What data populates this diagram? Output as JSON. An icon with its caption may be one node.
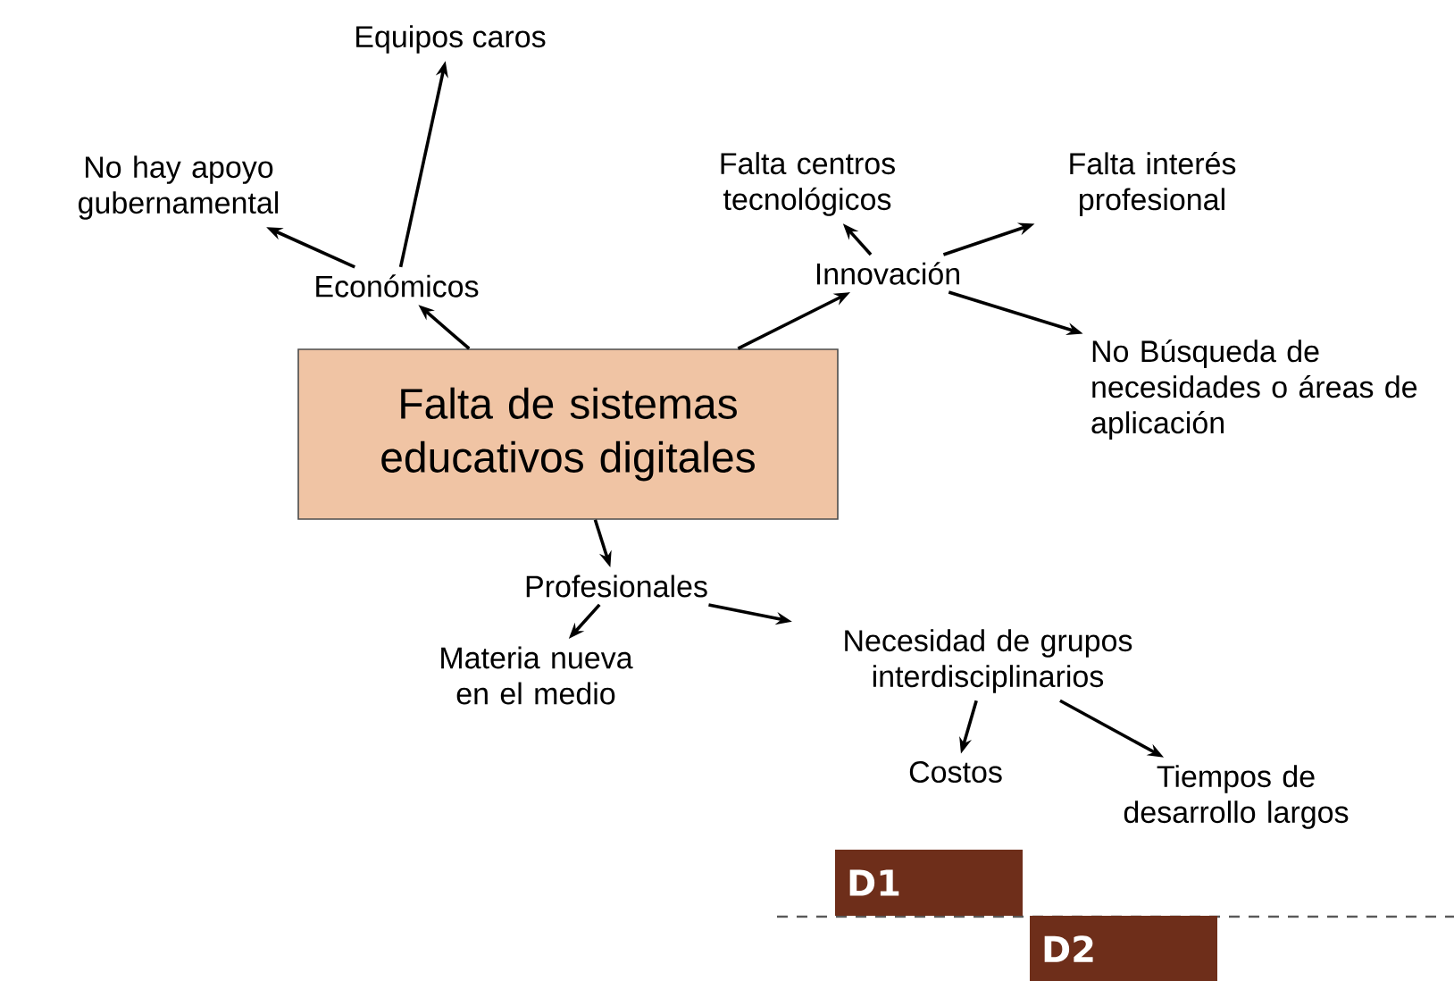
{
  "diagram": {
    "nodes": [
      {
        "text": [
          "Falta de sistemas educativos digitales"
        ]
      },
      {
        "text": [
          "Económicos"
        ]
      },
      {
        "text": [
          "No hay apoyo gubernamental"
        ]
      },
      {
        "text": [
          "Equipos caros"
        ]
      },
      {
        "text": [
          "Innovación"
        ]
      },
      {
        "text": [
          "Falta centros tecnológicos"
        ]
      },
      {
        "text": [
          "Falta interés profesional"
        ]
      },
      {
        "text": [
          "No Búsqueda de necesidades o áreas de aplicación"
        ]
      },
      {
        "text": [
          "Profesionales"
        ]
      },
      {
        "text": [
          "Materia nueva en el medio"
        ]
      },
      {
        "text": [
          "Necesidad de grupos interdisciplinarios"
        ]
      },
      {
        "text": [
          "Costos"
        ]
      },
      {
        "text": [
          "Tiempos de desarrollo largos"
        ]
      },
      {
        "text": [
          "D1"
        ]
      },
      {
        "text": [
          "D2"
        ]
      }
    ],
    "edges": [
      {
        "from": 0,
        "to": 1,
        "arrow": "to"
      },
      {
        "from": 1,
        "to": 2,
        "arrow": "to"
      },
      {
        "from": 1,
        "to": 3,
        "arrow": "to"
      },
      {
        "from": 0,
        "to": 4,
        "arrow": "to"
      },
      {
        "from": 4,
        "to": 5,
        "arrow": "to"
      },
      {
        "from": 4,
        "to": 6,
        "arrow": "to"
      },
      {
        "from": 4,
        "to": 7,
        "arrow": "to"
      },
      {
        "from": 0,
        "to": 8,
        "arrow": "to"
      },
      {
        "from": 8,
        "to": 9,
        "arrow": "to"
      },
      {
        "from": 8,
        "to": 10,
        "arrow": "to"
      },
      {
        "from": 10,
        "to": 11,
        "arrow": "to"
      },
      {
        "from": 10,
        "to": 12,
        "arrow": "to"
      }
    ]
  }
}
